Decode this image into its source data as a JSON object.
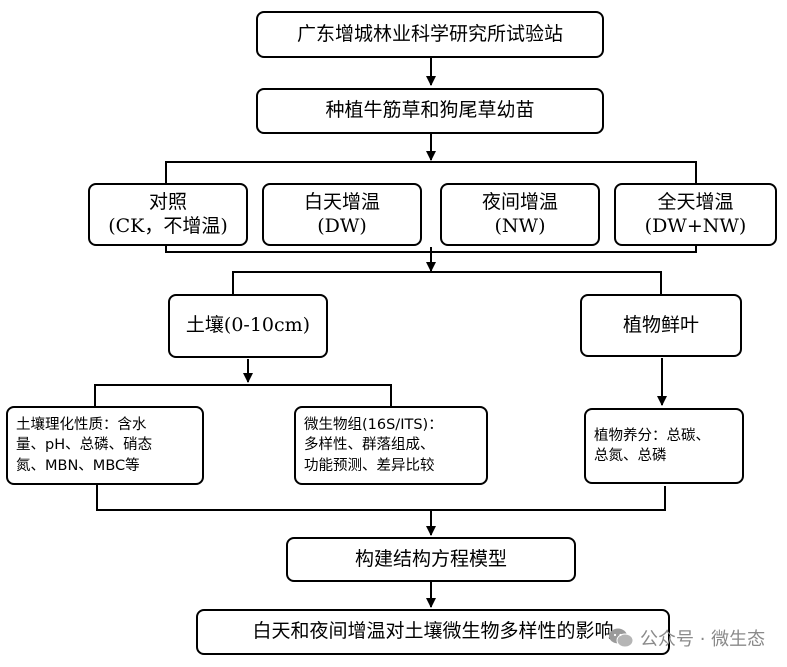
{
  "nodes": {
    "station": [
      "广东增城林业科学研究所试验站"
    ],
    "plant": [
      "种植牛筋草和狗尾草幼苗"
    ],
    "ck": [
      "对照",
      "(CK，不增温)"
    ],
    "dw": [
      "白天增温",
      "(DW)"
    ],
    "nw": [
      "夜间增温",
      "(NW)"
    ],
    "dwnw": [
      "全天增温",
      "(DW+NW)"
    ],
    "soil": [
      "土壤(0-10cm)"
    ],
    "leaf": [
      "植物鲜叶"
    ],
    "soil_props": [
      "土壤理化性质：含水",
      "量、pH、总磷、硝态",
      "氮、MBN、MBC等"
    ],
    "microbe": [
      "微生物组(16S/ITS)：",
      "多样性、群落组成、",
      "功能预测、差异比较"
    ],
    "nutrients": [
      "植物养分：总碳、",
      "总氮、总磷"
    ],
    "sem": [
      "构建结构方程模型"
    ],
    "result": [
      "白天和夜间增温对土壤微生物多样性的影响"
    ]
  },
  "watermark": {
    "text": "公众号 · 微生态",
    "icon": "wechat-logo-icon"
  }
}
